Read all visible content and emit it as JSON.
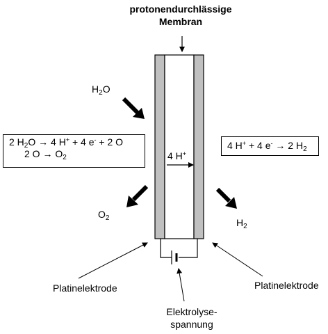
{
  "membrane_label_1": "protonendurchlässige",
  "membrane_label_2": "Membran",
  "water_label": {
    "base": "H",
    "sub": "2",
    "tail": "O"
  },
  "oxygen_label": {
    "base": "O",
    "sub": "2"
  },
  "hydrogen_label": {
    "base": "H",
    "sub": "2"
  },
  "proton_label": {
    "base": "4 H",
    "sup": "+"
  },
  "anode_reaction_1": {
    "a": "2 H",
    "a_sub": "2",
    "b": "O ",
    "arrow": "→",
    "c": " 4 H",
    "c_sup": "+",
    "d": " + 4 e",
    "d_sup": "-",
    "e": " + 2 O"
  },
  "anode_reaction_2": {
    "a": "2 O ",
    "arrow": "→",
    "b": " O",
    "b_sub": "2"
  },
  "cathode_reaction": {
    "a": "4 H",
    "a_sup": "+",
    "b": " + 4 e",
    "b_sup": "-",
    "arrow": " → ",
    "c": "2 H",
    "c_sub": "2"
  },
  "electrode_label_left": "Platinelektrode",
  "electrode_label_right": "Platinelektrode",
  "voltage_label_1": "Elektrolyse-",
  "voltage_label_2": "spannung",
  "colors": {
    "electrode_fill": "#c0c0c0",
    "line": "#000000",
    "background": "#ffffff"
  }
}
